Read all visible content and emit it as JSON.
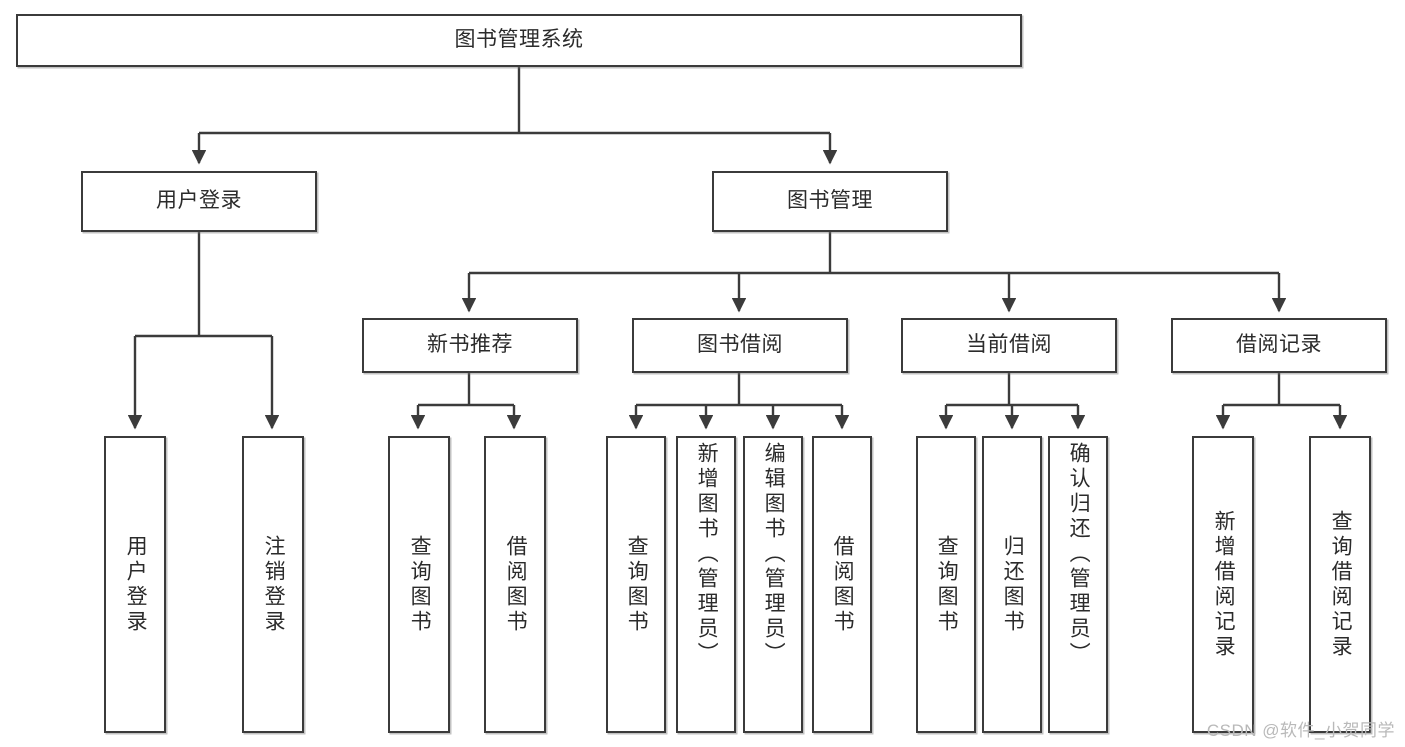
{
  "diagram": {
    "type": "tree-hierarchy",
    "title": "图书管理系统",
    "root": {
      "label": "图书管理系统"
    },
    "level2": [
      {
        "label": "用户登录"
      },
      {
        "label": "图书管理"
      }
    ],
    "level3": [
      {
        "label": "新书推荐"
      },
      {
        "label": "图书借阅"
      },
      {
        "label": "当前借阅"
      },
      {
        "label": "借阅记录"
      }
    ],
    "leaves": {
      "user_login": [
        {
          "label": "用户登录"
        },
        {
          "label": "注销登录"
        }
      ],
      "new_book_recommend": [
        {
          "label": "查询图书"
        },
        {
          "label": "借阅图书"
        }
      ],
      "book_borrow": [
        {
          "label": "查询图书"
        },
        {
          "label": "新增图书（管理员）"
        },
        {
          "label": "编辑图书（管理员）"
        },
        {
          "label": "借阅图书"
        }
      ],
      "current_borrow": [
        {
          "label": "查询图书"
        },
        {
          "label": "归还图书"
        },
        {
          "label": "确认归还（管理员）"
        }
      ],
      "borrow_record": [
        {
          "label": "新增借阅记录"
        },
        {
          "label": "查询借阅记录"
        }
      ]
    },
    "watermark": "CSDN @软件_小贺同学",
    "colors": {
      "stroke": "#3b3b3b",
      "text": "#2b2b2b",
      "background": "#ffffff",
      "watermark": "#b9b9b9"
    }
  }
}
